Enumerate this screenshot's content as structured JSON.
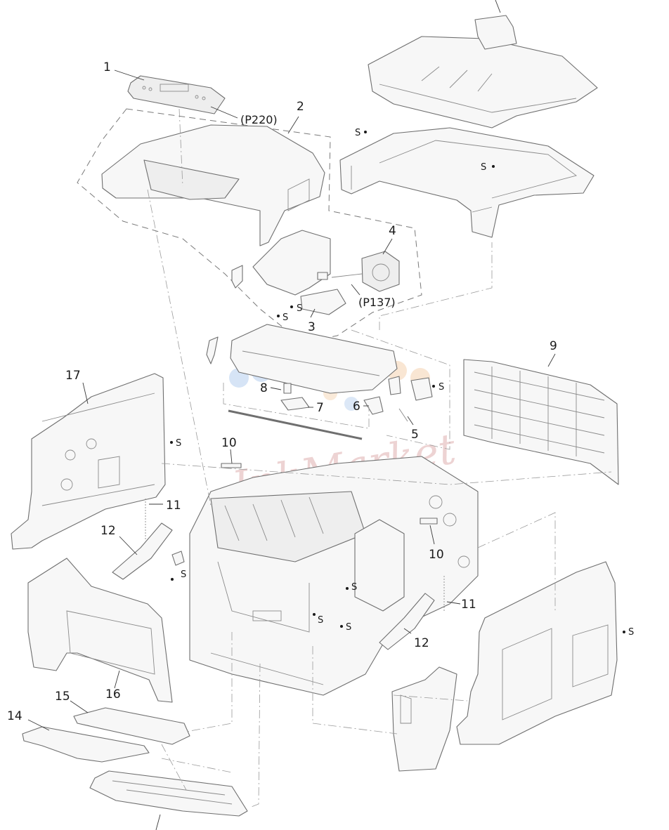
{
  "callouts": {
    "c1": "1",
    "c2": "2",
    "c3": "3",
    "c4": "4",
    "c5": "5",
    "c6": "6",
    "c7": "7",
    "c8": "8",
    "c9": "9",
    "c10a": "10",
    "c10b": "10",
    "c11a": "11",
    "c11b": "11",
    "c12a": "12",
    "c12b": "12",
    "c14": "14",
    "c15": "15",
    "c16": "16",
    "c17": "17"
  },
  "connectors": {
    "p220": "(P220)",
    "p137": "(P137)"
  },
  "screw_mark": "S",
  "watermark": "InkMarket"
}
